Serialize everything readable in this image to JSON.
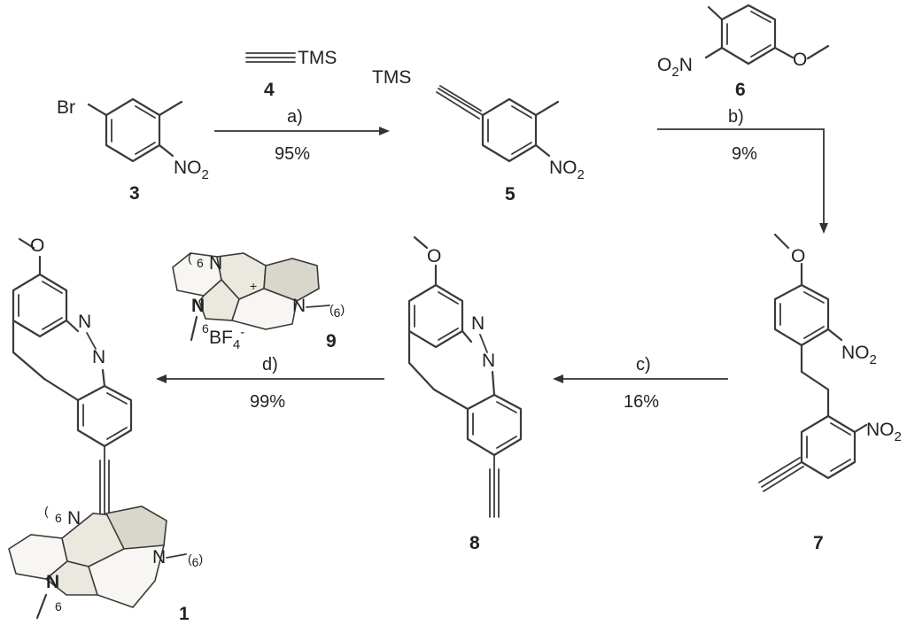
{
  "compounds": {
    "c3": {
      "number": "3",
      "sub_br": "Br",
      "sub_no2": "NO",
      "sub_no2_sub": "2"
    },
    "c4": {
      "number": "4",
      "sub_tms": "TMS"
    },
    "c5": {
      "number": "5",
      "sub_tms": "TMS",
      "sub_no2": "NO",
      "sub_no2_sub": "2"
    },
    "c6": {
      "number": "6",
      "sub_o2n": "O",
      "sub_o2n_sub": "2",
      "sub_o2n_n": "N"
    },
    "c7": {
      "number": "7",
      "sub_no2a": "NO",
      "sub_no2a_sub": "2",
      "sub_no2b": "NO",
      "sub_no2b_sub": "2"
    },
    "c8": {
      "number": "8",
      "n1": "N",
      "n2": "N"
    },
    "c9": {
      "number": "9",
      "n_top": "N",
      "n_left": "N",
      "n_right": "N",
      "hex_top": "6",
      "hex_left": "6",
      "hex_right": "6",
      "plus": "+",
      "counterion": "BF",
      "counterion_sub": "4",
      "counterion_sup": "-"
    },
    "c1": {
      "number": "1",
      "n1": "N",
      "n2": "N",
      "n_top": "N",
      "n_left": "N",
      "n_right": "N",
      "hex_top": "6",
      "hex_left": "6",
      "hex_right": "6"
    }
  },
  "steps": {
    "a": {
      "label": "a)",
      "yield": "95%"
    },
    "b": {
      "label": "b)",
      "yield": "9%"
    },
    "c": {
      "label": "c)",
      "yield": "16%"
    },
    "d": {
      "label": "d)",
      "yield": "99%"
    }
  }
}
